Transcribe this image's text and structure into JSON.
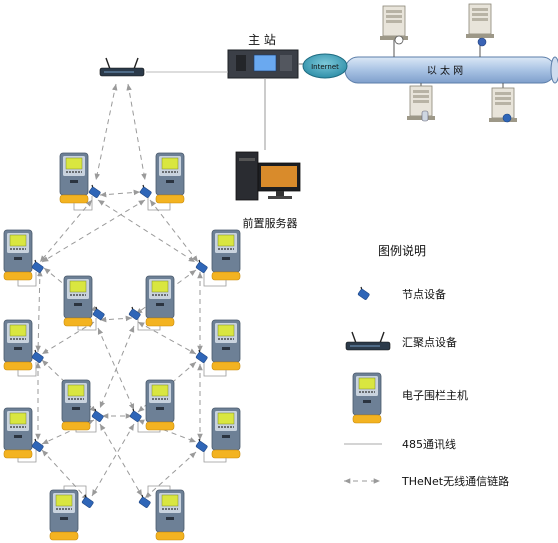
{
  "master_station": {
    "label": "主 站"
  },
  "internet": {
    "label": "Internet"
  },
  "ethernet": {
    "label": "以 太 网"
  },
  "front_server": {
    "label": "前置服务器"
  },
  "legend": {
    "title": "图例说明",
    "items": [
      {
        "icon": "node-device-icon",
        "label": "节点设备"
      },
      {
        "icon": "aggregation-router-icon",
        "label": "汇聚点设备"
      },
      {
        "icon": "fence-host-icon",
        "label": "电子围栏主机"
      },
      {
        "icon": "rs485-line-icon",
        "label": "485通讯线"
      },
      {
        "icon": "wireless-link-icon",
        "label": "THeNet无线通信链路"
      }
    ]
  },
  "colors": {
    "ethernet_bus": "#a9c3e4",
    "internet_cloud": "#2f8fa8",
    "node_device": "#2f66b8",
    "fence_host_body": "#6d8096",
    "fence_host_base": "#f3b321",
    "wireless_link": "#999999",
    "rs485_line": "#bbbbbb"
  }
}
